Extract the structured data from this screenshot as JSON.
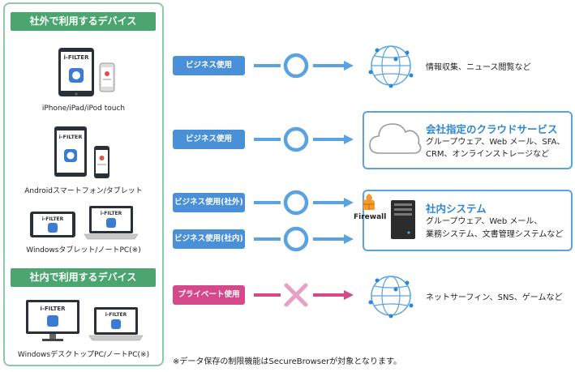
{
  "left_panel": {
    "external_header": "社外で利用するデバイス",
    "internal_header": "社内で利用するデバイス",
    "app_logo": "i-FILTER",
    "captions": {
      "ios": "iPhone/iPad/iPod touch",
      "android": "Androidスマートフォン/タブレット",
      "windows_tablet": "Windowsタブレット/ノートPC(※)",
      "windows_desktop": "WindowsデスクトップPC/ノートPC(※)"
    }
  },
  "rows": [
    {
      "tag": "ビジネス使用",
      "result": "allowed",
      "color": "#4a90d9"
    },
    {
      "tag": "ビジネス使用",
      "result": "allowed",
      "color": "#4a90d9"
    },
    {
      "tag": "ビジネス使用(社外)",
      "result": "allowed",
      "color": "#4a90d9"
    },
    {
      "tag": "ビジネス使用(社内)",
      "result": "allowed",
      "color": "#4a90d9"
    },
    {
      "tag": "プライベート使用",
      "result": "blocked",
      "color": "#d5488a"
    }
  ],
  "destinations": {
    "info": "情報収集、ニュース閲覧など",
    "cloud": {
      "title": "会社指定のクラウドサービス",
      "line1": "グループウェア、Web メール、SFA、",
      "line2": "CRM、オンラインストレージなど"
    },
    "internal": {
      "firewall_label": "Firewall",
      "title": "社内システム",
      "line1": "グループウェア、Web メール、",
      "line2": "業務システム、文書管理システムなど"
    },
    "private": "ネットサーフィン、SNS、ゲームなど"
  },
  "footnote": "※データ保存の制限機能はSecureBrowserが対象となります。",
  "colors": {
    "panel_border": "#8cc9a4",
    "header_green": "#4aa56e",
    "business_blue": "#4a90d9",
    "private_pink": "#d5488a",
    "accent_title": "#2f86d4"
  }
}
